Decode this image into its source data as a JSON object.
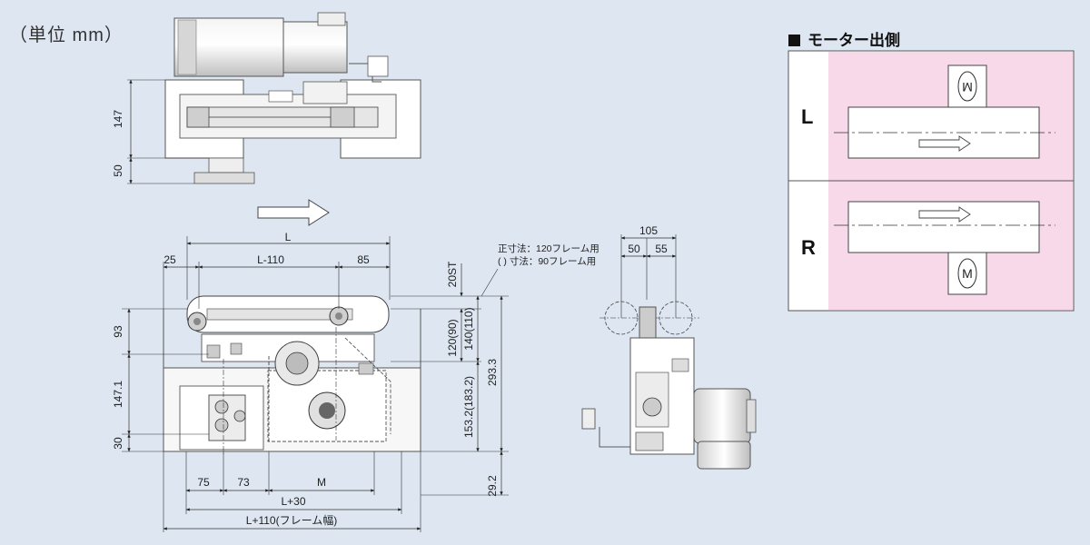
{
  "header": {
    "unit": "（単位 mm）",
    "motor_side_title": "モーター出側"
  },
  "top_view": {
    "dims": {
      "d147": "147",
      "d50": "50"
    }
  },
  "front_view": {
    "dims": {
      "L": "L",
      "d25": "25",
      "L110": "L-110",
      "d85": "85",
      "d20st": "20ST",
      "d93": "93",
      "d147_1": "147.1",
      "d30": "30",
      "d120_90": "120(90)",
      "d140_110": "140(110)",
      "d293_3": "293.3",
      "d153_2": "153.2(183.2)",
      "d29_2": "29.2",
      "d75": "75",
      "d73": "73",
      "M": "M",
      "L30": "L+30",
      "L110frame": "L+110(フレーム幅)"
    },
    "notes": {
      "line1": "正寸法：120フレーム用",
      "line2": "( ) 寸法：90フレーム用"
    }
  },
  "side_view": {
    "dims": {
      "d105": "105",
      "d50": "50",
      "d55": "55"
    }
  },
  "motor_panel": {
    "left_label": "L",
    "right_label": "R",
    "motor_symbol": "M",
    "colors": {
      "pink": "#f7d9ea",
      "white": "#ffffff",
      "border": "#555555"
    }
  }
}
